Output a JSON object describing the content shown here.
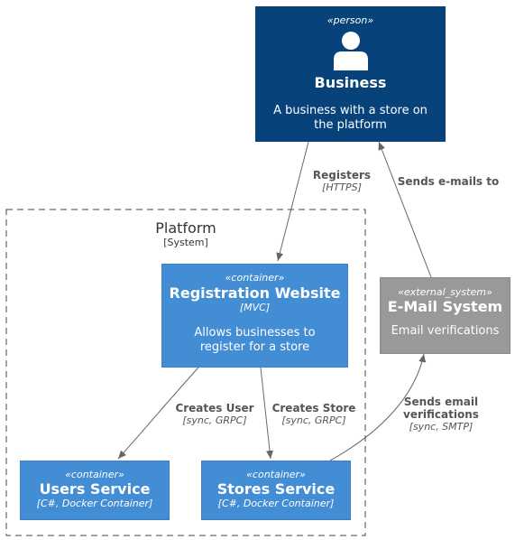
{
  "person": {
    "stereotype": "«person»",
    "title": "Business",
    "description": "A business with a store on the platform",
    "icon": "person-icon",
    "color": "#08427b"
  },
  "boundary": {
    "title": "Platform",
    "type": "[System]"
  },
  "registration": {
    "stereotype": "«container»",
    "title": "Registration Website",
    "tech": "[MVC]",
    "description": "Allows businesses to register for a store",
    "color": "#438dd5"
  },
  "users": {
    "stereotype": "«container»",
    "title": "Users Service",
    "tech": "[C#, Docker Container]",
    "color": "#438dd5"
  },
  "stores": {
    "stereotype": "«container»",
    "title": "Stores Service",
    "tech": "[C#, Docker Container]",
    "color": "#438dd5"
  },
  "email": {
    "stereotype": "«external_system»",
    "title": "E-Mail System",
    "description": "Email verifications",
    "color": "#999999"
  },
  "relations": {
    "registers": {
      "label": "Registers",
      "tech": "[HTTPS]"
    },
    "sends_emails": {
      "label": "Sends e-mails to"
    },
    "creates_user": {
      "label": "Creates User",
      "tech": "[sync, GRPC]"
    },
    "creates_store": {
      "label": "Creates Store",
      "tech": "[sync, GRPC]"
    },
    "sends_verifications": {
      "label": "Sends email verifications",
      "tech": "[sync, SMTP]"
    }
  }
}
